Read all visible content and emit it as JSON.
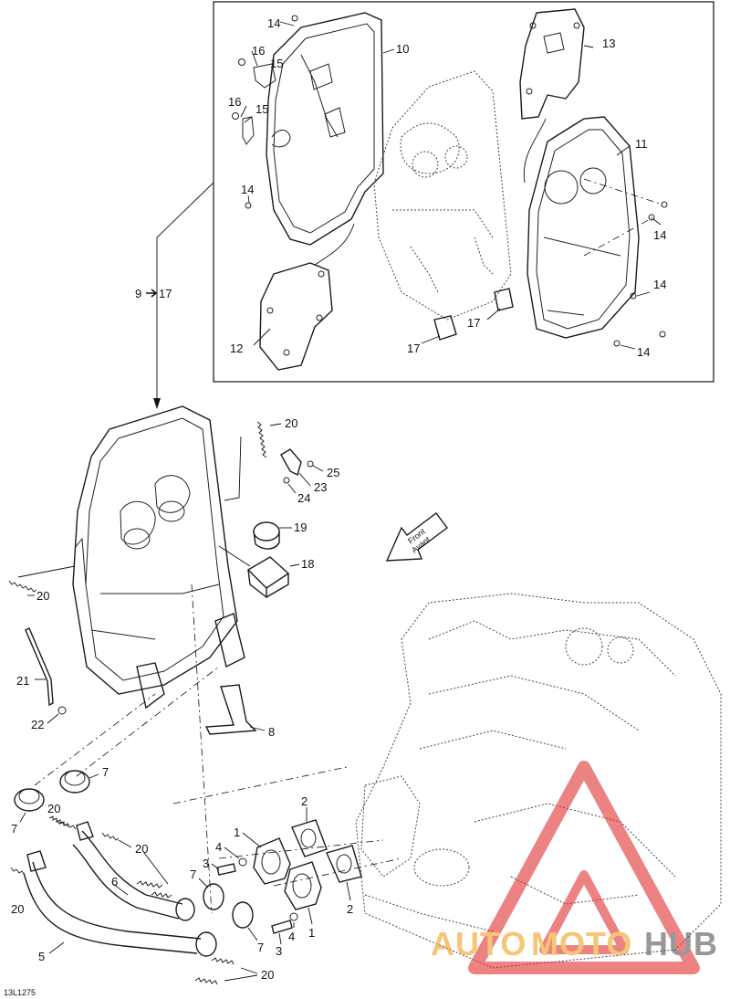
{
  "diagram_id": "13L1275",
  "direction_label": [
    "Front",
    "Avant"
  ],
  "callouts": {
    "c1": "1",
    "c1b": "1",
    "c2": "2",
    "c2b": "2",
    "c3": "3",
    "c3b": "3",
    "c4": "4",
    "c4b": "4",
    "c5": "5",
    "c6": "6",
    "c7a": "7",
    "c7b": "7",
    "c7c": "7",
    "c7d": "7",
    "c8": "8",
    "c9": "9",
    "c10": "10",
    "c11": "11",
    "c12": "12",
    "c13": "13",
    "c14a": "14",
    "c14b": "14",
    "c14c": "14",
    "c14d": "14",
    "c14e": "14",
    "c15a": "15",
    "c15b": "15",
    "c16a": "16",
    "c16b": "16",
    "c17a": "17",
    "c17b": "17",
    "c17c": "17",
    "c18": "18",
    "c19": "19",
    "c20a": "20",
    "c20b": "20",
    "c20c": "20",
    "c20d": "20",
    "c20e": "20",
    "c20f": "20",
    "c21": "21",
    "c22": "22",
    "c23": "23",
    "c24": "24",
    "c25": "25"
  },
  "watermark": {
    "part1": "AUTO",
    "part2": "MOTO",
    "part3": "HUB",
    "color_red": "#e03030",
    "color_orange": "#f0a020",
    "color_grey": "#555555"
  }
}
